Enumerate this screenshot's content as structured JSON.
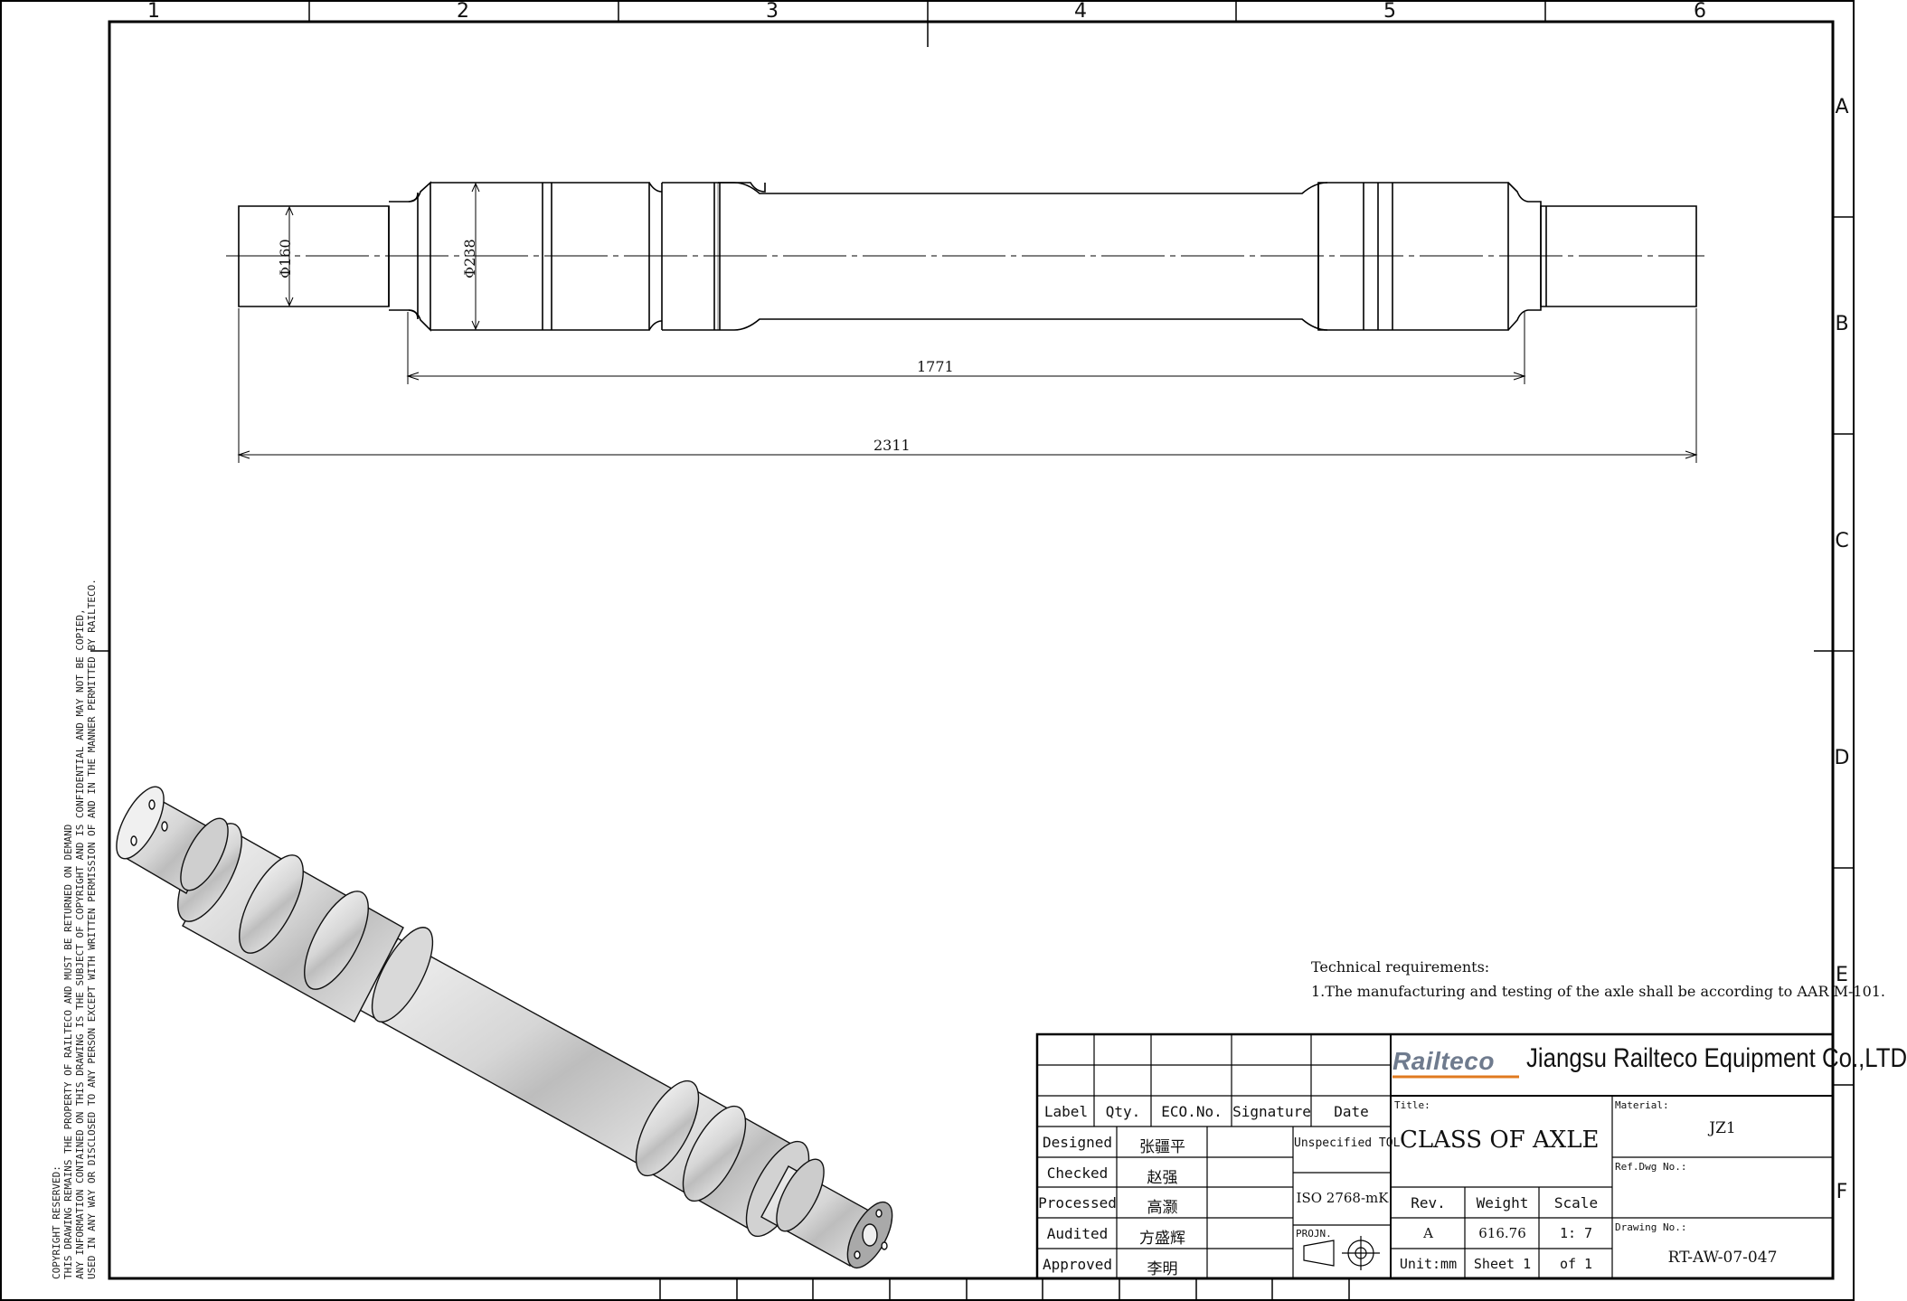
{
  "zones": {
    "columns": [
      "1",
      "2",
      "3",
      "4",
      "5",
      "6"
    ],
    "rows": [
      "A",
      "B",
      "C",
      "D",
      "E",
      "F"
    ]
  },
  "dimensions": {
    "journal_diameter": "Φ160",
    "wheel_seat_diameter": "Φ238",
    "inner_length": "1771",
    "overall_length": "2311"
  },
  "copyright_lines": [
    "COPYRIGHT RESERVED:",
    "THIS DRAWING REMAINS THE PROPERTY OF RAILTECO AND MUST BE RETURNED ON DEMAND",
    "ANY INFORMATION CONTAINED ON THIS DRAWING IS THE SUBJECT OF COPYRIGHT AND IS CONFIDENTIAL AND MAY NOT BE COPIED,",
    "USED IN ANY WAY OR DISCLOSED TO ANY PERSON EXCEPT WITH WRITTEN PERMISSION OF AND IN THE MANNER PERMITTED BY RAILTECO."
  ],
  "technical": {
    "heading": "Technical requirements:",
    "item1": "1.The manufacturing and testing of the axle shall be according to AAR M-101."
  },
  "title_block": {
    "logo": "Railteco",
    "company": "Jiangsu Railteco Equipment Co.,LTD",
    "headers": {
      "label": "Label",
      "qty": "Qty.",
      "eco": "ECO.No.",
      "signature": "Signature",
      "date": "Date"
    },
    "roles": [
      {
        "role": "Designed",
        "name": "张疆平"
      },
      {
        "role": "Checked",
        "name": "赵强"
      },
      {
        "role": "Processed",
        "name": "高灏"
      },
      {
        "role": "Audited",
        "name": "方盛辉"
      },
      {
        "role": "Approved",
        "name": "李明"
      }
    ],
    "unspecified_tol": "Unspecified TOL",
    "iso": "ISO 2768-mK",
    "projn": "PROJN.",
    "title_label": "Title:",
    "title_value": "CLASS OF AXLE",
    "material_label": "Material:",
    "material_value": "JZ1",
    "ref_label": "Ref.Dwg No.:",
    "drawing_label": "Drawing No.:",
    "drawing_value": "RT-AW-07-047",
    "rev_label": "Rev.",
    "rev_value": "A",
    "weight_label": "Weight",
    "weight_value": "616.76",
    "scale_label": "Scale",
    "scale_value": "1: 7",
    "unit": "Unit:mm",
    "sheet": "Sheet 1",
    "of": "of 1"
  }
}
